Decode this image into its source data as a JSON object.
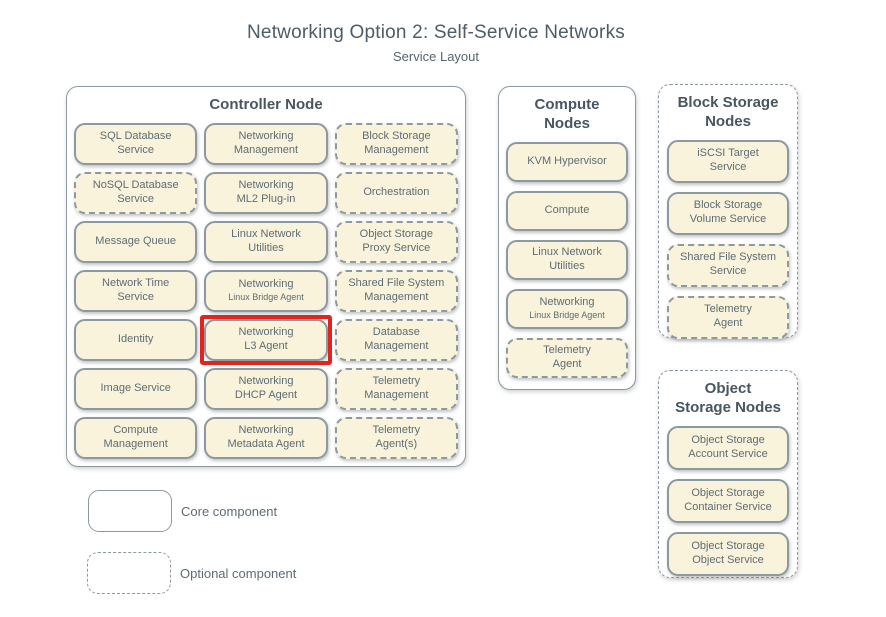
{
  "title": "Networking Option 2: Self-Service Networks",
  "subtitle": "Service Layout",
  "colors": {
    "component_fill": "#FAF3DC",
    "outline_gray": "#8C99A1",
    "component_text": "#5D6C74",
    "header_text": "#47565F",
    "title_text": "#4D5D67",
    "highlight_red": "#E3241C",
    "background": "#FFFFFF"
  },
  "nodes": [
    {
      "id": "controller",
      "title_lines": [
        "Controller Node"
      ],
      "border": "solid",
      "columns": 3,
      "components": [
        {
          "lines": [
            "SQL Database",
            "Service"
          ],
          "type": "core"
        },
        {
          "lines": [
            "Networking",
            "Management"
          ],
          "type": "core"
        },
        {
          "lines": [
            "Block Storage",
            "Management"
          ],
          "type": "optional"
        },
        {
          "lines": [
            "NoSQL Database",
            "Service"
          ],
          "type": "optional"
        },
        {
          "lines": [
            "Networking",
            "ML2 Plug-in"
          ],
          "type": "core"
        },
        {
          "lines": [
            "Orchestration"
          ],
          "type": "optional"
        },
        {
          "lines": [
            "Message Queue"
          ],
          "type": "core"
        },
        {
          "lines": [
            "Linux Network",
            "Utilities"
          ],
          "type": "core"
        },
        {
          "lines": [
            "Object Storage",
            "Proxy Service"
          ],
          "type": "optional"
        },
        {
          "lines": [
            "Network Time",
            "Service"
          ],
          "type": "core"
        },
        {
          "lines": [
            "Networking",
            "Linux Bridge Agent"
          ],
          "type": "core",
          "small_secondary": true
        },
        {
          "lines": [
            "Shared File System",
            "Management"
          ],
          "type": "optional"
        },
        {
          "lines": [
            "Identity"
          ],
          "type": "core"
        },
        {
          "lines": [
            "Networking",
            "L3 Agent"
          ],
          "type": "core",
          "highlight": true
        },
        {
          "lines": [
            "Database",
            "Management"
          ],
          "type": "optional"
        },
        {
          "lines": [
            "Image Service"
          ],
          "type": "core"
        },
        {
          "lines": [
            "Networking",
            "DHCP Agent"
          ],
          "type": "core"
        },
        {
          "lines": [
            "Telemetry",
            "Management"
          ],
          "type": "optional"
        },
        {
          "lines": [
            "Compute",
            "Management"
          ],
          "type": "core"
        },
        {
          "lines": [
            "Networking",
            "Metadata Agent"
          ],
          "type": "core"
        },
        {
          "lines": [
            "Telemetry",
            "Agent(s)"
          ],
          "type": "optional"
        }
      ]
    },
    {
      "id": "compute",
      "title_lines": [
        "Compute",
        "Nodes"
      ],
      "border": "solid",
      "columns": 1,
      "components": [
        {
          "lines": [
            "KVM Hypervisor"
          ],
          "type": "core"
        },
        {
          "lines": [
            "Compute"
          ],
          "type": "core"
        },
        {
          "lines": [
            "Linux Network",
            "Utilities"
          ],
          "type": "core"
        },
        {
          "lines": [
            "Networking",
            "Linux Bridge Agent"
          ],
          "type": "core",
          "small_secondary": true
        },
        {
          "lines": [
            "Telemetry",
            "Agent"
          ],
          "type": "optional"
        }
      ]
    },
    {
      "id": "blockstorage",
      "title_lines": [
        "Block Storage",
        "Nodes"
      ],
      "border": "dashed",
      "columns": 1,
      "components": [
        {
          "lines": [
            "iSCSI Target",
            "Service"
          ],
          "type": "core"
        },
        {
          "lines": [
            "Block Storage",
            "Volume Service"
          ],
          "type": "core"
        },
        {
          "lines": [
            "Shared File System",
            "Service"
          ],
          "type": "optional"
        },
        {
          "lines": [
            "Telemetry",
            "Agent"
          ],
          "type": "optional"
        }
      ]
    },
    {
      "id": "objectstorage",
      "title_lines": [
        "Object",
        "Storage Nodes"
      ],
      "border": "dashed",
      "columns": 1,
      "components": [
        {
          "lines": [
            "Object Storage",
            "Account Service"
          ],
          "type": "core"
        },
        {
          "lines": [
            "Object Storage",
            "Container Service"
          ],
          "type": "core"
        },
        {
          "lines": [
            "Object Storage",
            "Object Service"
          ],
          "type": "core"
        }
      ]
    }
  ],
  "legend": {
    "items": [
      {
        "style": "core",
        "label": "Core component"
      },
      {
        "style": "optional",
        "label": "Optional component"
      }
    ]
  }
}
